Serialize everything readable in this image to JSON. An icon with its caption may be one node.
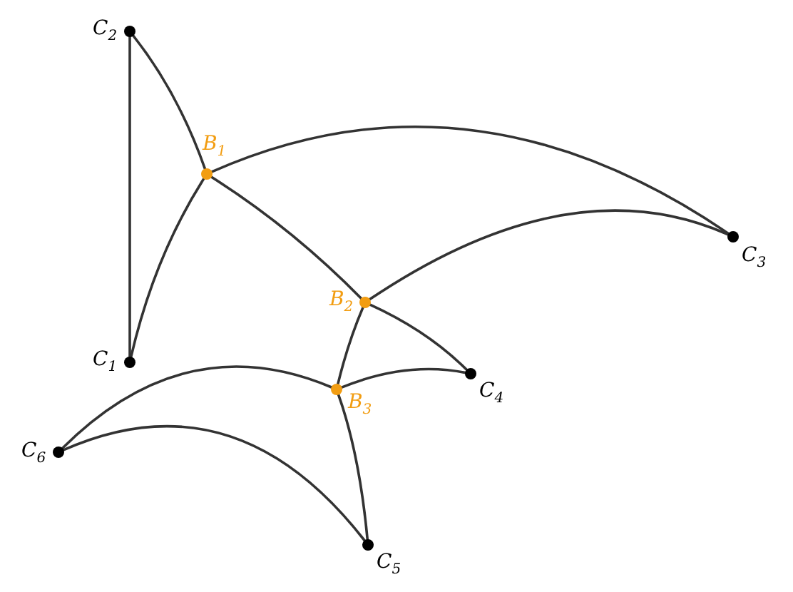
{
  "diagram": {
    "nodes": [
      {
        "text": [
          "C$_{2}$"
        ]
      },
      {
        "text": [
          "B$_{1}$"
        ]
      },
      {
        "text": [
          "C$_{3}$"
        ]
      },
      {
        "text": [
          "B$_{2}$"
        ]
      },
      {
        "text": [
          "C$_{1}$"
        ]
      },
      {
        "text": [
          "C$_{4}$"
        ]
      },
      {
        "text": [
          "B$_{3}$"
        ]
      },
      {
        "text": [
          "C$_{6}$"
        ]
      },
      {
        "text": [
          "C$_{5}$"
        ]
      }
    ],
    "edges": [
      {
        "from": 0,
        "to": 4,
        "arrow": "none"
      },
      {
        "from": 0,
        "to": 1,
        "arrow": "none"
      },
      {
        "from": 4,
        "to": 1,
        "arrow": "none"
      },
      {
        "from": 1,
        "to": 2,
        "arrow": "none"
      },
      {
        "from": 1,
        "to": 3,
        "arrow": "none"
      },
      {
        "from": 3,
        "to": 2,
        "arrow": "none"
      },
      {
        "from": 3,
        "to": 5,
        "arrow": "none"
      },
      {
        "from": 3,
        "to": 6,
        "arrow": "none"
      },
      {
        "from": 6,
        "to": 5,
        "arrow": "none"
      },
      {
        "from": 6,
        "to": 7,
        "arrow": "none"
      },
      {
        "from": 7,
        "to": 8,
        "arrow": "none"
      },
      {
        "from": 6,
        "to": 8,
        "arrow": "none"
      }
    ]
  }
}
